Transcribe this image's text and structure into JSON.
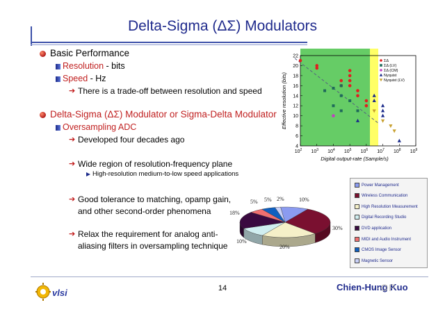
{
  "slide": {
    "title": "Delta-Sigma (ΔΣ) Modulators",
    "page_number": "14",
    "footer_brand": "Chien-Hung Kuo",
    "watermark": "··OP",
    "logo_text": "vlsi"
  },
  "bullets": {
    "basic": "Basic Performance",
    "resolution_key": "Resolution",
    "resolution_val": " - bits",
    "speed_key": "Speed",
    "speed_val": " - Hz",
    "tradeoff": "There is a trade-off between resolution and speed",
    "dsm": "Delta-Sigma (ΔΣ) Modulator or Sigma-Delta Modulator",
    "osadc": "Oversampling ADC",
    "decades": "Developed four decades ago",
    "wide": "Wide region of resolution-frequency plane",
    "hires": "High-resolution medium-to-low speed applications",
    "tol1": "Good tolerance to matching, opamp gain,",
    "tol2": "and other second-order phenomena",
    "relax1": "Relax the requirement for analog anti-",
    "relax2": "aliasing filters in oversampling technique"
  },
  "scatter": {
    "ylabel": "Effective resolution (bits)",
    "xlabel": "Digital output-rate (Sample/s)",
    "yticks": [
      "22",
      "20",
      "18",
      "16",
      "14",
      "12",
      "10",
      "8",
      "6",
      "4"
    ],
    "xticks": [
      "10^2",
      "10^3",
      "10^4",
      "10^5",
      "10^6",
      "10^7",
      "10^8",
      "10^9"
    ],
    "legend": [
      "ΣΔ",
      "ΣΔ (LV)",
      "ΣΔ (CM)",
      "Nyquist",
      "Nyquist (LV)"
    ],
    "colors": {
      "sd": "#e02020",
      "sdlv": "#1f6a5a",
      "sdcm": "#c040c0",
      "nyq": "#1a2a8a",
      "nyqlv": "#c8a030",
      "green": "#66cc66",
      "yellow": "#ffff66"
    }
  },
  "chart_data": [
    {
      "type": "scatter",
      "title": "",
      "xlabel": "Digital output-rate (Sample/s)",
      "ylabel": "Effective resolution (bits)",
      "xscale": "log",
      "xlim": [
        100,
        1000000000
      ],
      "ylim": [
        4,
        22
      ],
      "series": [
        {
          "name": "ΣΔ",
          "x": [
            100,
            1000,
            1000,
            30000,
            30000,
            100000,
            100000,
            100000,
            100000,
            300000,
            300000,
            1000000,
            1000000
          ],
          "y": [
            21,
            20,
            19.5,
            17,
            16,
            19,
            18,
            17,
            16,
            15,
            14,
            13,
            12
          ]
        },
        {
          "name": "ΣΔ (LV)",
          "x": [
            3000,
            10000,
            10000,
            30000,
            30000,
            30000,
            100000,
            300000
          ],
          "y": [
            15,
            15.5,
            12,
            14,
            11,
            16,
            13,
            11
          ]
        },
        {
          "name": "ΣΔ (CM)",
          "x": [
            10000
          ],
          "y": [
            10
          ]
        },
        {
          "name": "Nyquist",
          "x": [
            300000,
            3000000,
            3000000,
            10000000,
            10000000,
            10000000,
            100000000
          ],
          "y": [
            9,
            14,
            13,
            12,
            11,
            10,
            5
          ]
        },
        {
          "name": "Nyquist (LV)",
          "x": [
            3000000,
            10000000,
            30000000,
            50000000
          ],
          "y": [
            11,
            9,
            8,
            7
          ]
        }
      ]
    },
    {
      "type": "pie",
      "categories": [
        "Power Management",
        "Wireless Communication",
        "High Resolution Measurement",
        "Digital Recording Studio",
        "DVD application",
        "MIDI and Audio Instrument",
        "CMOS Image Sensor",
        "Magnetic Sensor"
      ],
      "values": [
        10,
        30,
        20,
        10,
        18,
        5,
        5,
        2
      ],
      "labels": [
        "10%",
        "30%",
        "20%",
        "10%",
        "18%",
        "5%",
        "5%",
        "2%"
      ],
      "colors": [
        "#8b9bf0",
        "#7a1030",
        "#f5f0c8",
        "#d0eef0",
        "#3a0a40",
        "#f07070",
        "#1060c0",
        "#c8d0f8"
      ]
    }
  ]
}
